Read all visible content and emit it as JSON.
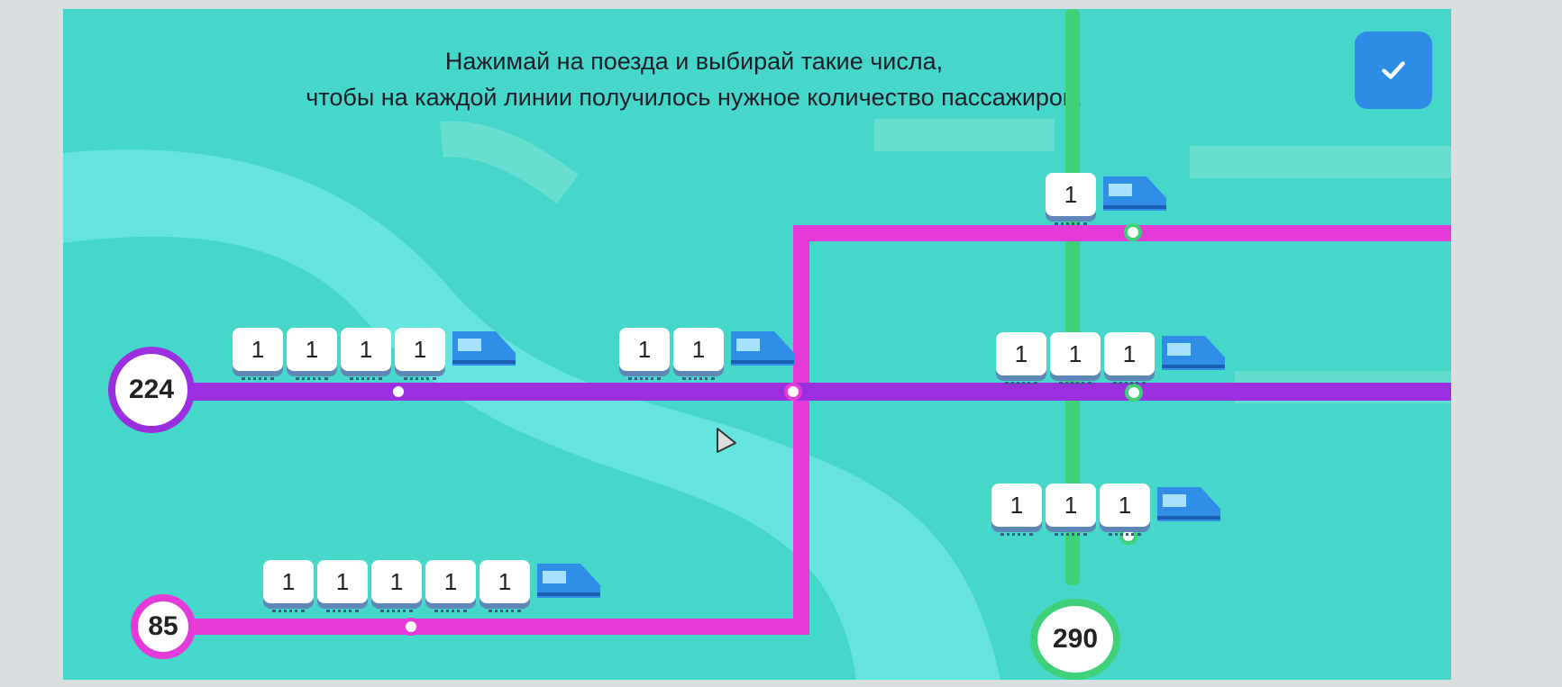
{
  "instructions": {
    "line1": "Нажимай на поезда и выбирай такие числа,",
    "line2": "чтобы на каждой линии получилось нужное количество пассажиров."
  },
  "check_button": {
    "icon": "checkmark-icon",
    "color": "#2d8de6"
  },
  "colors": {
    "board": "#45d7c9",
    "purple_line": "#9b2fe0",
    "magenta_line": "#e43ad8",
    "green_line": "#3fd07a",
    "train_body": "#2f8fe8"
  },
  "targets": {
    "purple": "224",
    "magenta": "85",
    "green": "290"
  },
  "trains": [
    {
      "line": "purple",
      "cars": [
        "1",
        "1",
        "1",
        "1"
      ]
    },
    {
      "line": "purple",
      "cars": [
        "1",
        "1"
      ]
    },
    {
      "line": "purple-green",
      "cars": [
        "1",
        "1",
        "1"
      ]
    },
    {
      "line": "magenta-green",
      "cars": [
        "1"
      ]
    },
    {
      "line": "green",
      "cars": [
        "1",
        "1",
        "1"
      ]
    },
    {
      "line": "magenta",
      "cars": [
        "1",
        "1",
        "1",
        "1",
        "1"
      ]
    }
  ]
}
